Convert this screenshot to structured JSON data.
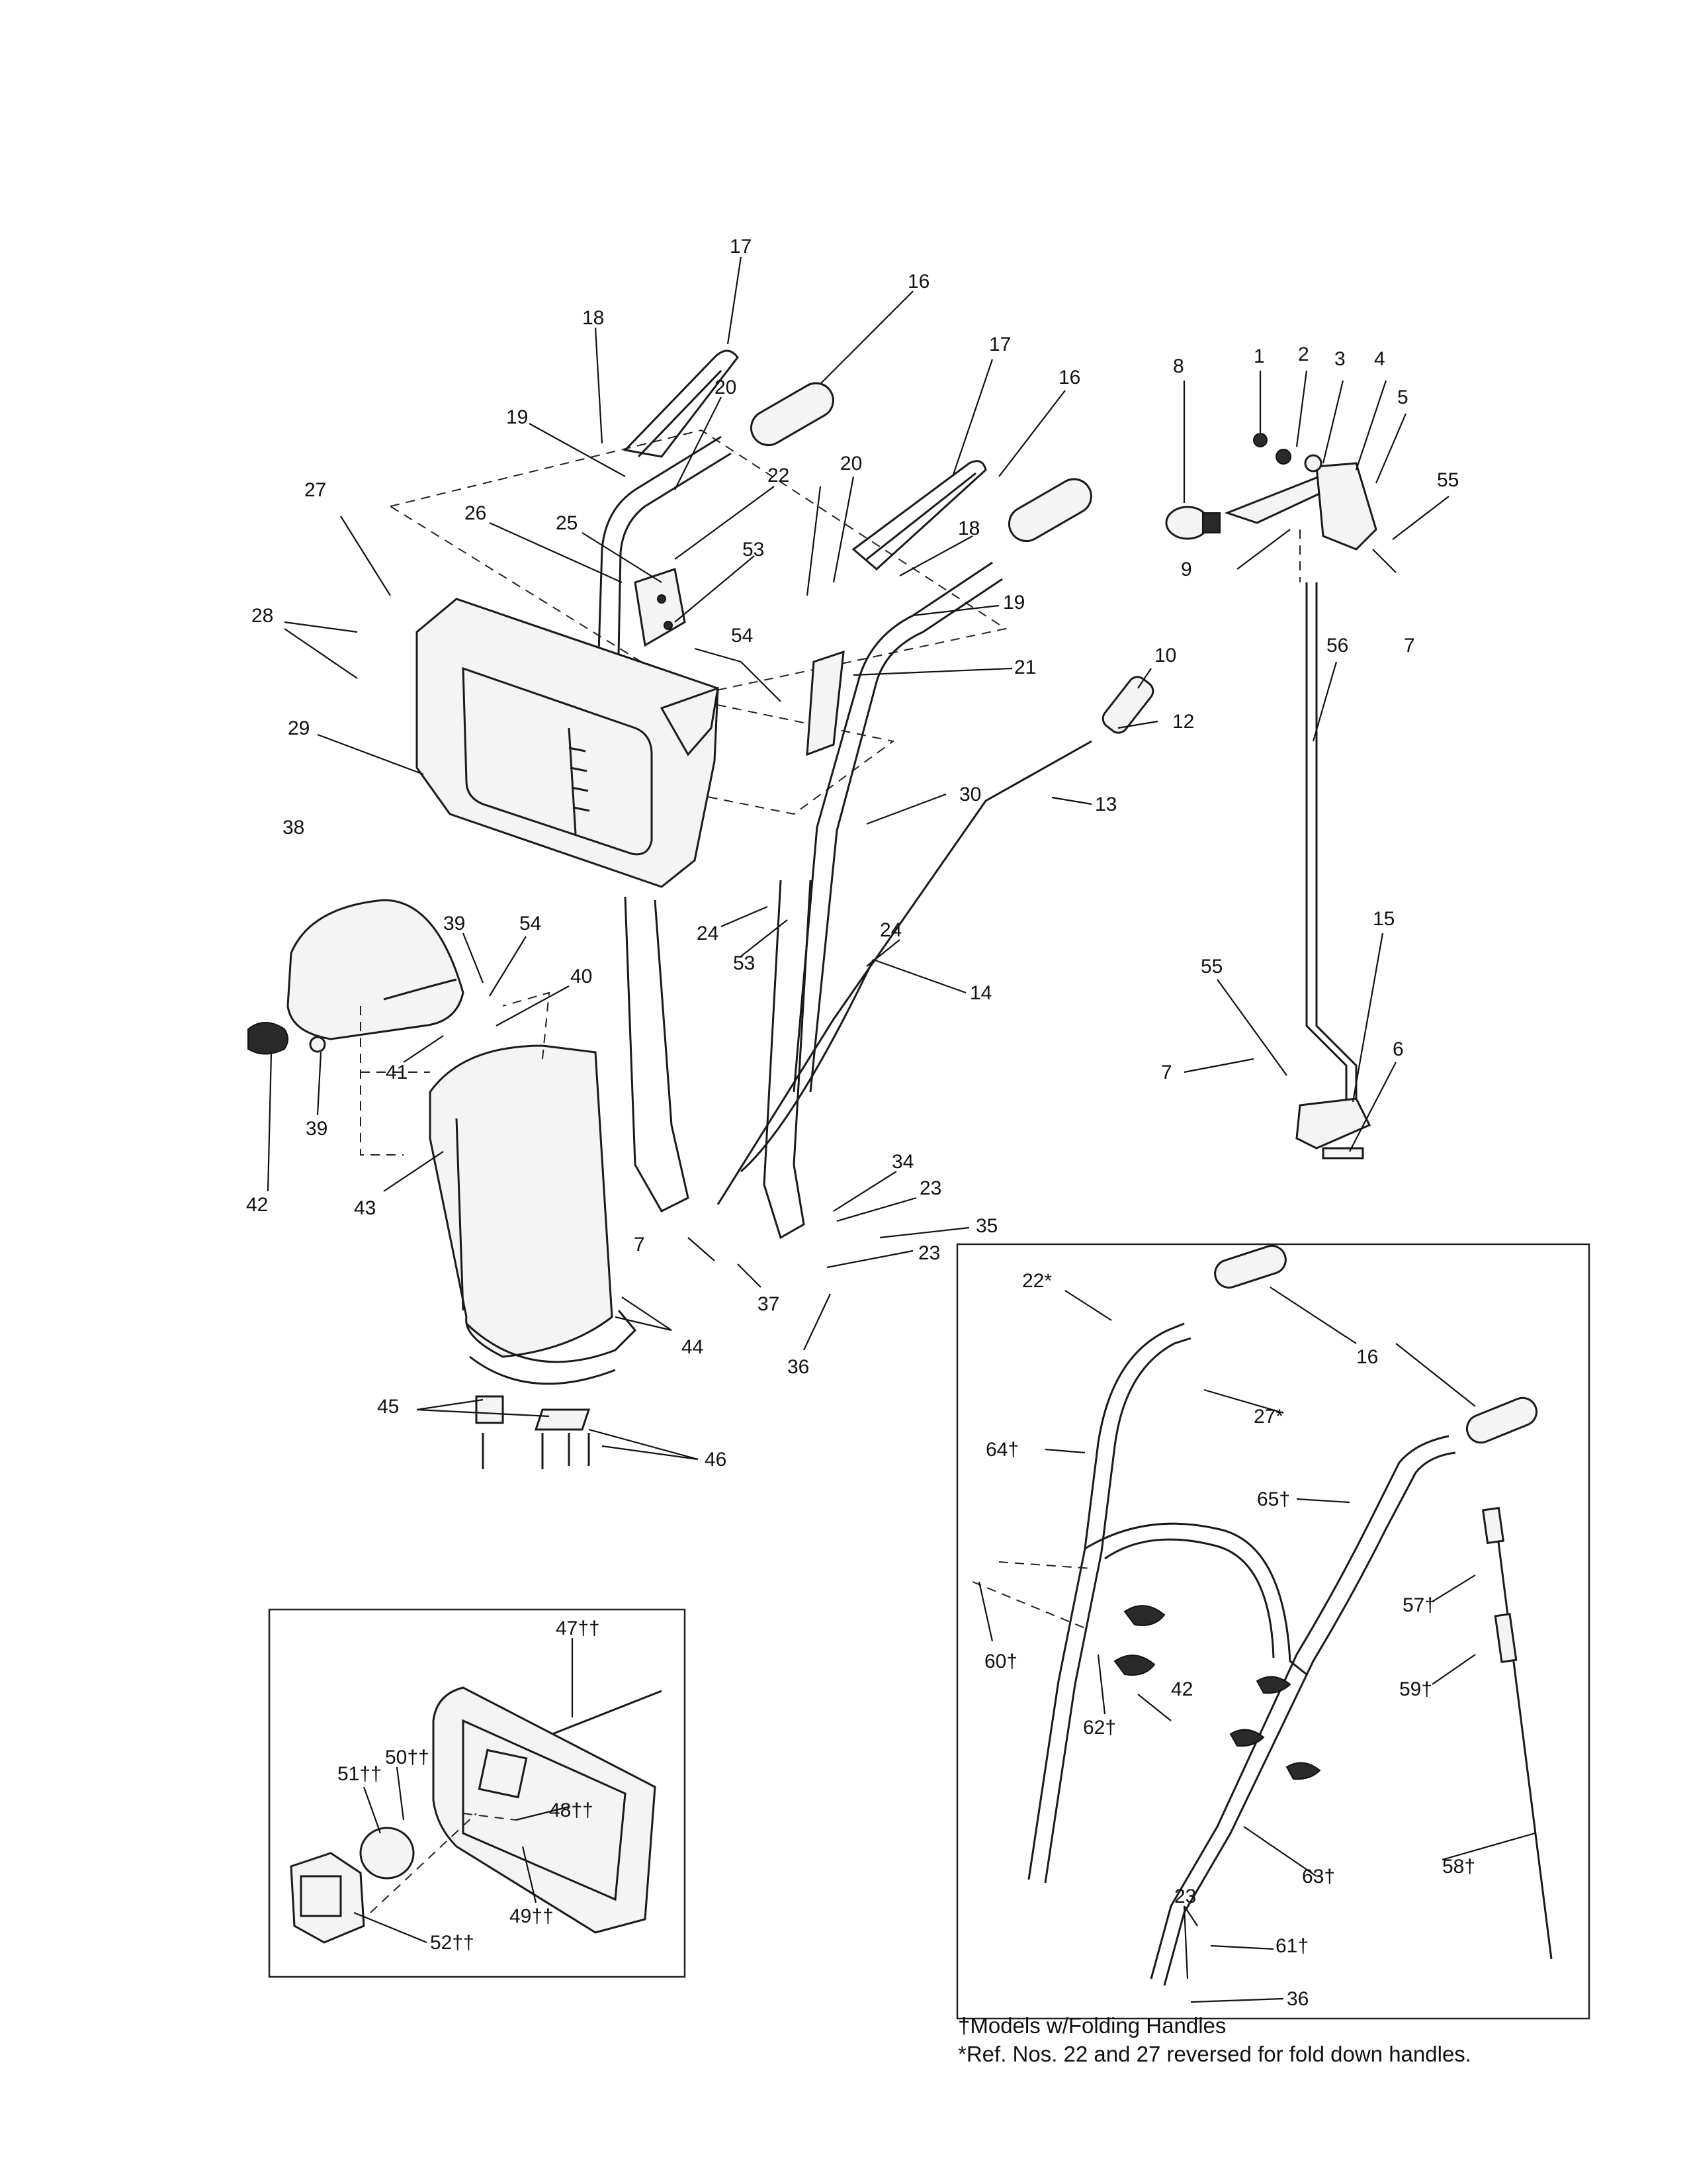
{
  "callouts": {
    "c1": "1",
    "c2": "2",
    "c3": "3",
    "c4": "4",
    "c5": "5",
    "c6": "6",
    "c7a": "7",
    "c7b": "7",
    "c7c": "7",
    "c8": "8",
    "c9": "9",
    "c10": "10",
    "c12": "12",
    "c13": "13",
    "c14": "14",
    "c15": "15",
    "c16a": "16",
    "c16b": "16",
    "c16c": "16",
    "c17a": "17",
    "c17b": "17",
    "c18a": "18",
    "c18b": "18",
    "c19a": "19",
    "c19b": "19",
    "c20a": "20",
    "c20b": "20",
    "c21": "21",
    "c22": "22",
    "c22s": "22*",
    "c23a": "23",
    "c23b": "23",
    "c23c": "23",
    "c24a": "24",
    "c24b": "24",
    "c25": "25",
    "c26": "26",
    "c27": "27",
    "c27s": "27*",
    "c28": "28",
    "c29": "29",
    "c30": "30",
    "c34": "34",
    "c35": "35",
    "c36a": "36",
    "c36b": "36",
    "c37": "37",
    "c38": "38",
    "c39a": "39",
    "c39b": "39",
    "c40": "40",
    "c41": "41",
    "c42a": "42",
    "c42b": "42",
    "c43": "43",
    "c44": "44",
    "c45": "45",
    "c46": "46",
    "c47": "47††",
    "c48": "48††",
    "c49": "49††",
    "c50": "50††",
    "c51": "51††",
    "c52": "52††",
    "c53a": "53",
    "c53b": "53",
    "c54a": "54",
    "c54b": "54",
    "c55a": "55",
    "c55b": "55",
    "c56": "56",
    "c57": "57†",
    "c58": "58†",
    "c59": "59†",
    "c60": "60†",
    "c61": "61†",
    "c62": "62†",
    "c63": "63†",
    "c64": "64†",
    "c65": "65†"
  },
  "notes": {
    "folding": "†Models w/Folding Handles",
    "reversed": "*Ref. Nos. 22 and 27 reversed for fold down handles."
  }
}
